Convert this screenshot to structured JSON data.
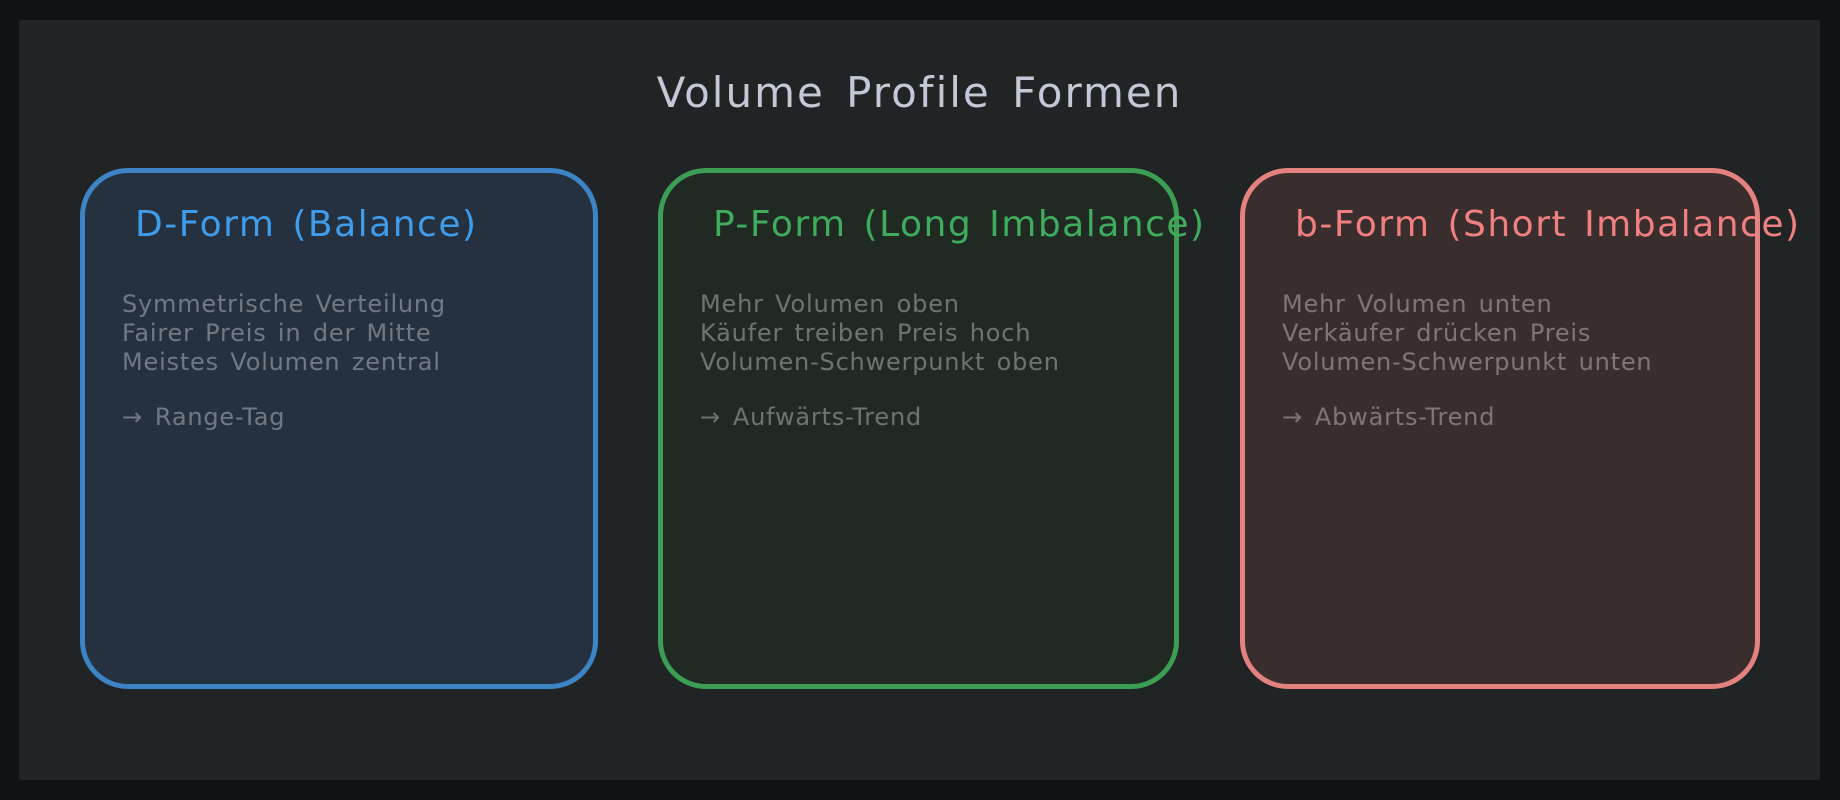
{
  "page": {
    "title": "Volume Profile Formen",
    "frame_color": "#111213",
    "background_color": "#212424",
    "title_color": "#c2c8d4"
  },
  "cards": [
    {
      "id": "d-form-balance",
      "title": "D-Form (Balance)",
      "lines": [
        "Symmetrische Verteilung",
        "Fairer Preis in der Mitte",
        "Meistes Volumen zentral"
      ],
      "arrow": "→",
      "conclusion": "Range-Tag",
      "accent_color": "#3f9ceb",
      "border_color": "#3d84c6",
      "background_color": "#25313f"
    },
    {
      "id": "p-form-long-imbalance",
      "title": "P-Form (Long Imbalance)",
      "lines": [
        "Mehr Volumen oben",
        "Käufer treiben Preis hoch",
        "Volumen-Schwerpunkt oben"
      ],
      "arrow": "→",
      "conclusion": "Aufwärts-Trend",
      "accent_color": "#3fab5d",
      "border_color": "#3c9e54",
      "background_color": "#202a23"
    },
    {
      "id": "b-form-short-imbalance",
      "title": "b-Form (Short Imbalance)",
      "lines": [
        "Mehr Volumen unten",
        "Verkäufer drücken Preis",
        "Volumen-Schwerpunkt unten"
      ],
      "arrow": "→",
      "conclusion": "Abwärts-Trend",
      "accent_color": "#f08080",
      "border_color": "#e4827f",
      "background_color": "#3a2d2d"
    }
  ]
}
